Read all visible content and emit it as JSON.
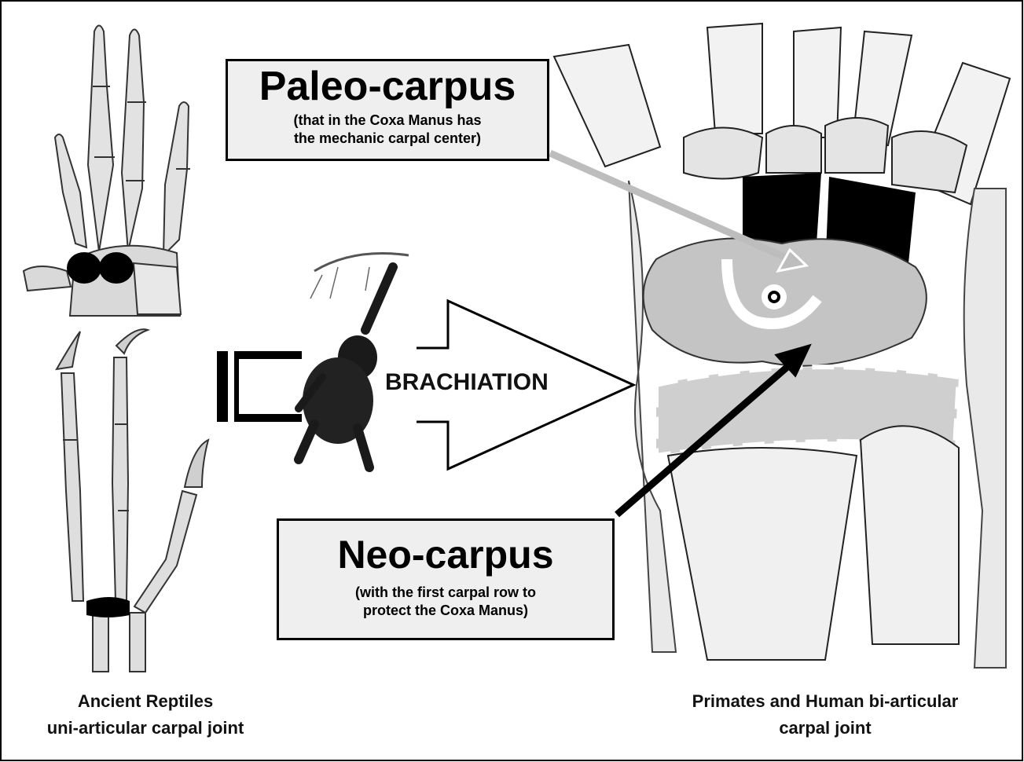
{
  "paleo_box": {
    "title": "Paleo-carpus",
    "line1": "(that in the Coxa Manus has",
    "line2": "the mechanic carpal center)"
  },
  "neo_box": {
    "title": "Neo-carpus",
    "line1": "(with the first carpal row to",
    "line2": "protect the Coxa Manus)"
  },
  "arrow_label": "BRACHIATION",
  "left_caption": {
    "line1": "Ancient Reptiles",
    "line2": "uni-articular carpal joint"
  },
  "right_caption": {
    "line1": "Primates and Human bi-articular",
    "line2": "carpal joint"
  },
  "colors": {
    "box_fill": "#efefef",
    "bone": "#dcdcdc",
    "neo_gray": "#c4c4c4",
    "black": "#000000"
  }
}
